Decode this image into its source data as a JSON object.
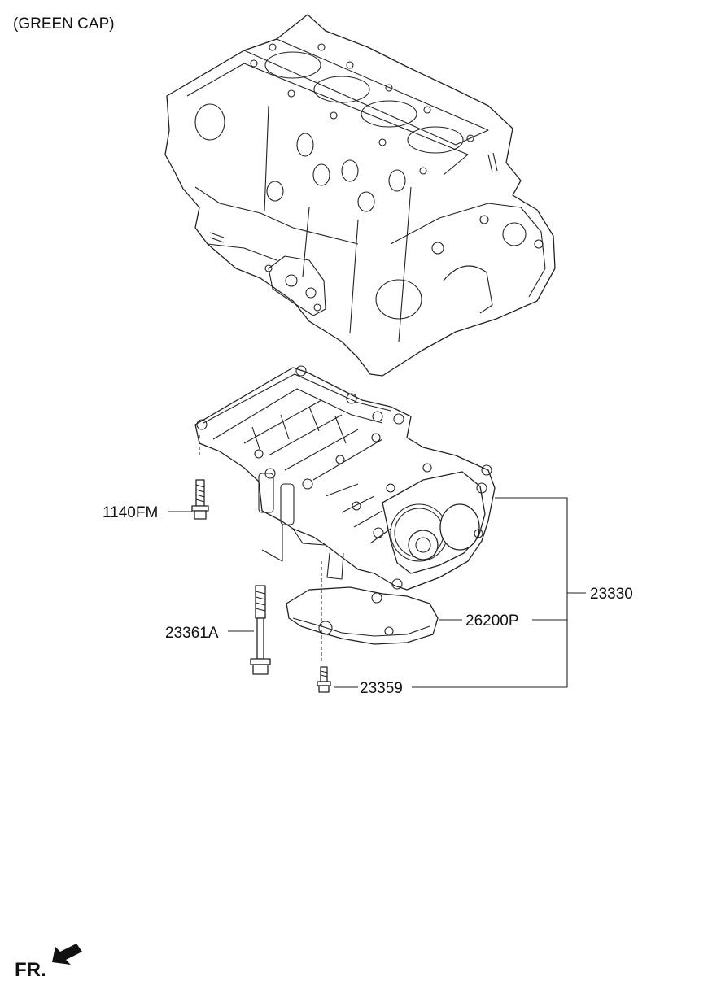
{
  "header": {
    "note": "(GREEN CAP)"
  },
  "parts": [
    {
      "id": "oil-pump-assembly",
      "code": "23330"
    },
    {
      "id": "oil-strainer",
      "code": "26200P"
    },
    {
      "id": "flange-bolt",
      "code": "1140FM"
    },
    {
      "id": "long-bolt",
      "code": "23361A"
    },
    {
      "id": "strainer-bolt",
      "code": "23359"
    }
  ],
  "direction": {
    "label": "FR."
  }
}
